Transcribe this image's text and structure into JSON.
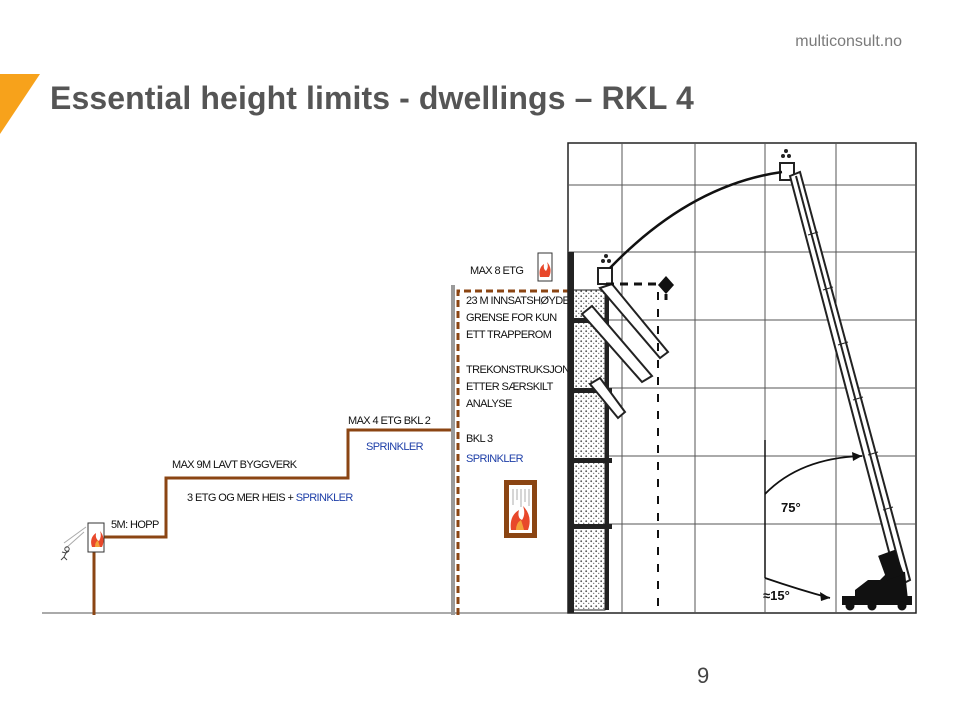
{
  "header": {
    "brand": "multiconsult.no",
    "title": "Essential height limits - dwellings – RKL 4",
    "page_number": "9"
  },
  "colors": {
    "accent": "#f7a21b",
    "title": "#555555",
    "profile": "#8b4513",
    "label_blue": "#1e3fa8"
  },
  "diagram": {
    "steps": {
      "step1": "5M: HOPP",
      "step2_upper": "MAX 9M LAVT BYGGVERK",
      "step2_lower_prefix": "3 ETG OG MER HEIS + ",
      "step2_lower_sprinkler": "SPRINKLER",
      "step3_upper": "MAX 4 ETG BKL 2",
      "step3_sprinkler": "SPRINKLER"
    },
    "tower": {
      "top": "MAX 8 ETG",
      "block1": [
        "23 M INNSATSHØYDE",
        "GRENSE FOR KUN",
        "ETT TRAPPEROM"
      ],
      "block2": [
        "TREKONSTRUKSJON",
        "ETTER SÆRSKILT",
        "ANALYSE"
      ],
      "bkl": "BKL 3",
      "sprinkler": "SPRINKLER"
    },
    "angles": {
      "a1": "75°",
      "a2": "≈15°"
    }
  }
}
